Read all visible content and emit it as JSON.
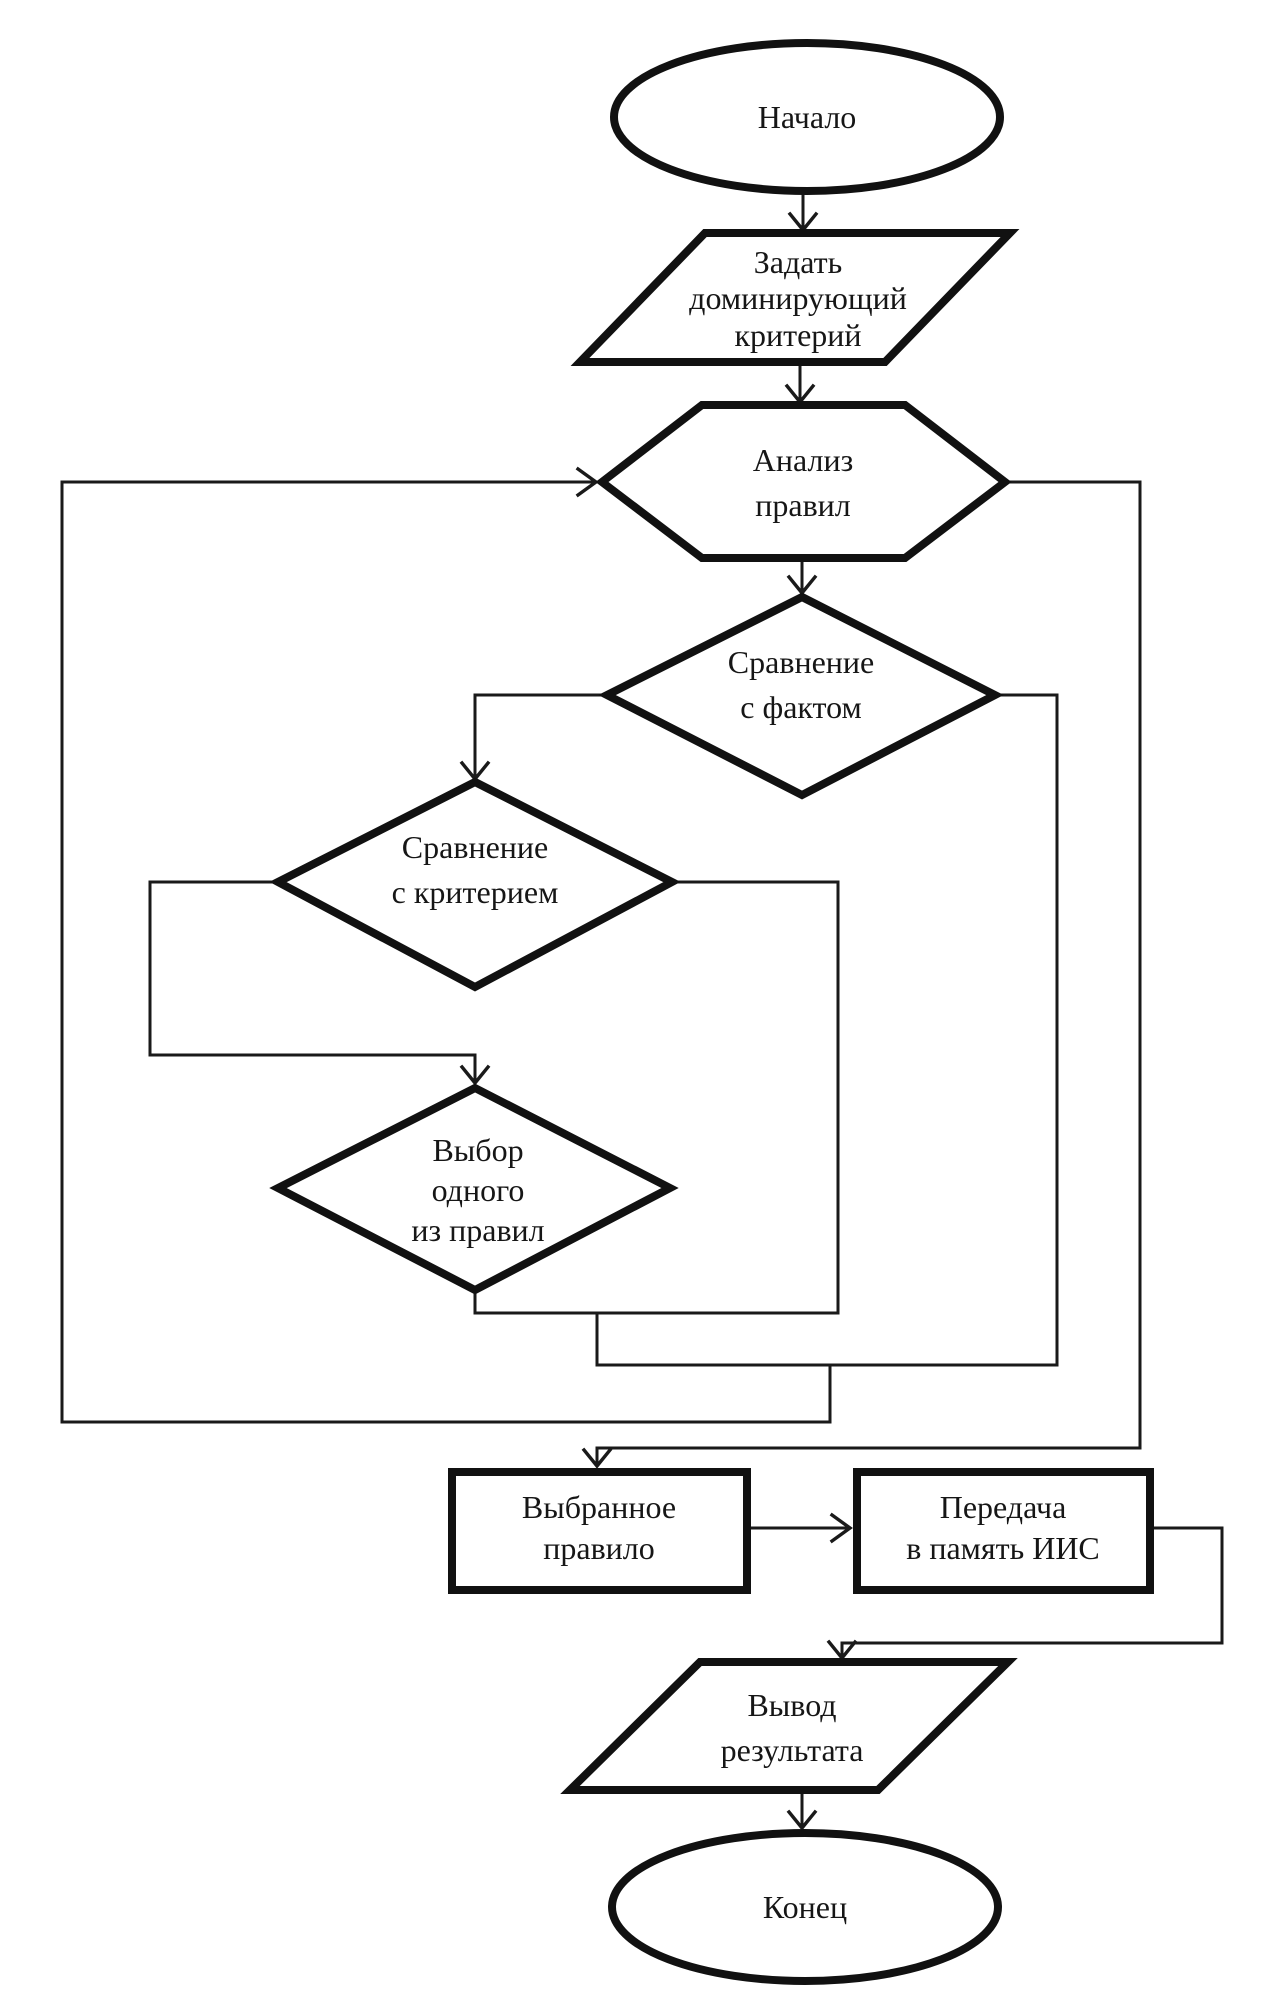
{
  "colors": {
    "background": "#ffffff",
    "shape_fill": "#ffffff",
    "line": "#111111",
    "text": "#161616"
  },
  "nodes": {
    "start": {
      "type": "terminator",
      "label": "Начало"
    },
    "set_criterion": {
      "type": "input-output",
      "line1": "Задать",
      "line2": "доминирующий",
      "line3": "критерий"
    },
    "analyze_rules": {
      "type": "loop-hexagon",
      "line1": "Анализ",
      "line2": "правил"
    },
    "compare_fact": {
      "type": "decision",
      "line1": "Сравнение",
      "line2": "с  фактом"
    },
    "compare_criterion": {
      "type": "decision",
      "line1": "Сравнение",
      "line2": "с  критерием"
    },
    "choose_rule": {
      "type": "decision",
      "line1": "Выбор",
      "line2": "одного",
      "line3": "из правил"
    },
    "selected_rule": {
      "type": "process",
      "line1": "Выбранное",
      "line2": "правило"
    },
    "transfer_memory": {
      "type": "process",
      "line1": "Передача",
      "line2": "в память ИИС"
    },
    "output_result": {
      "type": "input-output",
      "line1": "Вывод",
      "line2": "результата"
    },
    "end": {
      "type": "terminator",
      "label": "Конец"
    }
  }
}
